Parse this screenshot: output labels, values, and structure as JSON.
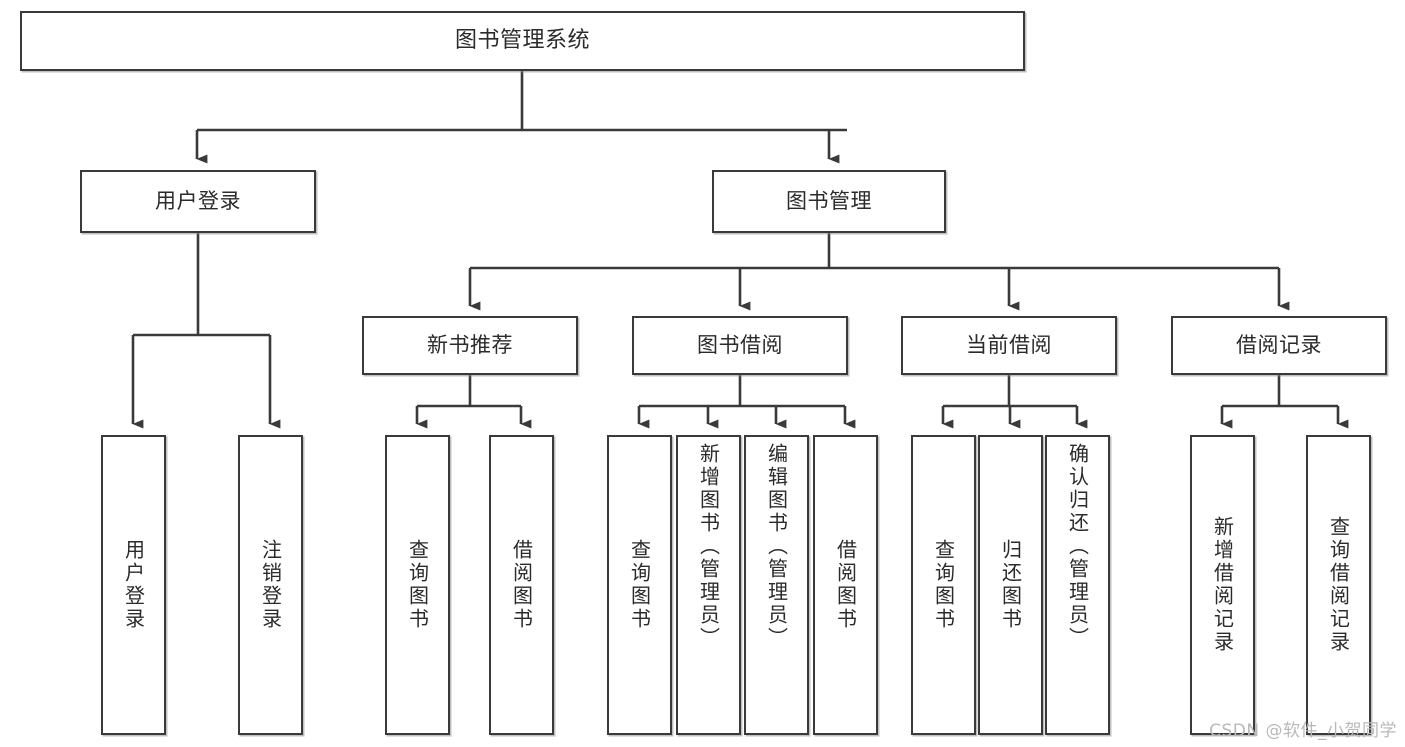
{
  "diagram": {
    "title": "图书管理系统",
    "type": "tree-hierarchy",
    "arrow_color": "#3a3a3a",
    "box_border_color": "#3a3a3a",
    "box_fill_color": "#ffffff",
    "text_color": "#2b2b2b"
  },
  "nodes": {
    "root": {
      "label": "图书管理系统"
    },
    "level2": [
      {
        "label": "用户登录"
      },
      {
        "label": "图书管理"
      }
    ],
    "level3": [
      {
        "label": "新书推荐"
      },
      {
        "label": "图书借阅"
      },
      {
        "label": "当前借阅"
      },
      {
        "label": "借阅记录"
      }
    ],
    "leaves_user_login": [
      {
        "label": "用户登录"
      },
      {
        "label": "注销登录"
      }
    ],
    "leaves_new_books": [
      {
        "label": "查询图书"
      },
      {
        "label": "借阅图书"
      }
    ],
    "leaves_borrow": [
      {
        "label": "查询图书"
      },
      {
        "label": "新增图书（管理员）"
      },
      {
        "label": "编辑图书（管理员）"
      },
      {
        "label": "借阅图书"
      }
    ],
    "leaves_current": [
      {
        "label": "查询图书"
      },
      {
        "label": "归还图书"
      },
      {
        "label": "确认归还（管理员）"
      }
    ],
    "leaves_records": [
      {
        "label": "新增借阅记录"
      },
      {
        "label": "查询借阅记录"
      }
    ]
  },
  "watermark": {
    "text": "CSDN @软件_小贺同学"
  }
}
